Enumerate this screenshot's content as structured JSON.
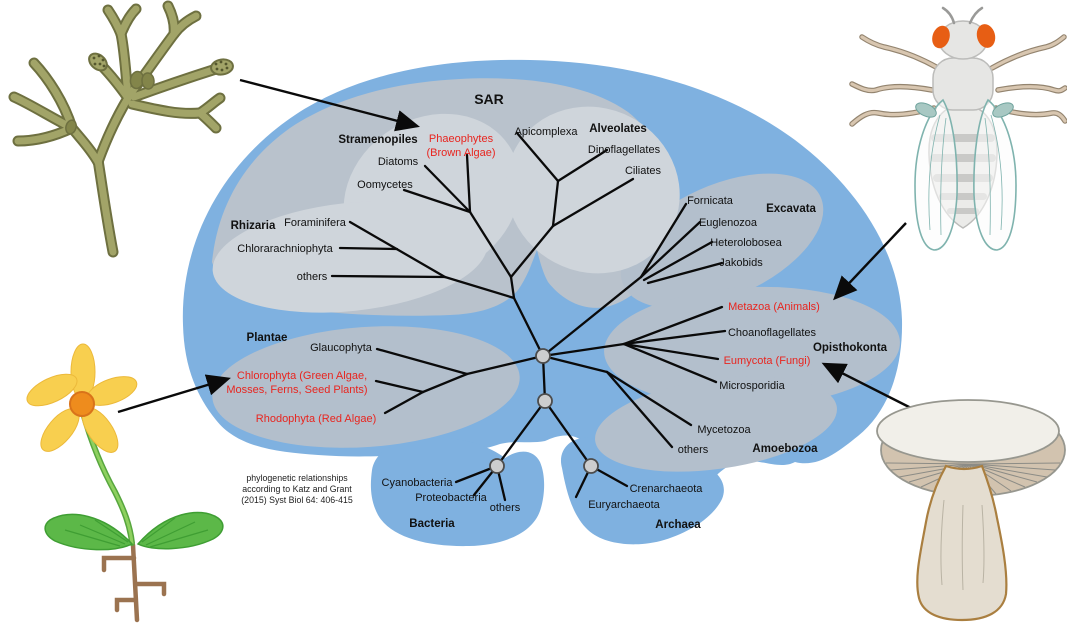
{
  "clades": {
    "sar": {
      "label": "SAR"
    },
    "stramenopiles": {
      "label": "Stramenopiles",
      "phaeophytes_line1": "Phaeophytes",
      "phaeophytes_line2": "(Brown Algae)",
      "diatoms": "Diatoms",
      "oomycetes": "Oomycetes"
    },
    "alveolates": {
      "label": "Alveolates",
      "apicomplexa": "Apicomplexa",
      "dinoflagellates": "Dinoflagellates",
      "ciliates": "Ciliates"
    },
    "rhizaria": {
      "label": "Rhizaria",
      "foraminifera": "Foraminifera",
      "chlorarachniophyta": "Chlorarachniophyta",
      "others": "others"
    },
    "excavata": {
      "label": "Excavata",
      "fornicata": "Fornicata",
      "euglenozoa": "Euglenozoa",
      "heterolobosea": "Heterolobosea",
      "jakobids": "Jakobids"
    },
    "opisthokonta": {
      "label": "Opisthokonta",
      "metazoa": "Metazoa (Animals)",
      "choanoflagellates": "Choanoflagellates",
      "eumycota": "Eumycota (Fungi)",
      "microsporidia": "Microsporidia"
    },
    "amoebozoa": {
      "label": "Amoebozoa",
      "mycetozoa": "Mycetozoa",
      "others": "others"
    },
    "plantae": {
      "label": "Plantae",
      "glaucophyta": "Glaucophyta",
      "chlorophyta_line1": "Chlorophyta (Green Algae,",
      "chlorophyta_line2": "Mosses, Ferns, Seed Plants)",
      "rhodophyta": "Rhodophyta (Red Algae)"
    },
    "bacteria": {
      "label": "Bacteria",
      "cyanobacteria": "Cyanobacteria",
      "proteobacteria": "Proteobacteria",
      "others": "others"
    },
    "archaea": {
      "label": "Archaea",
      "crenarchaeota": "Crenarchaeota",
      "euryarchaeota": "Euryarchaeota"
    }
  },
  "citation": {
    "line1": "phylogenetic relationships",
    "line2": "according to Katz and Grant",
    "line3": "(2015) Syst Biol 64: 406-415"
  },
  "highlighted_in_red": [
    "Phaeophytes (Brown Algae)",
    "Metazoa (Animals)",
    "Eumycota (Fungi)",
    "Chlorophyta (Green Algae, Mosses, Ferns, Seed Plants)",
    "Rhodophyta (Red Algae)"
  ],
  "illustrations": {
    "top_left": "brown-alga",
    "top_right": "fruit-fly",
    "bottom_left": "flowering-plant",
    "bottom_right": "mushroom"
  },
  "colors": {
    "background": "#ffffff",
    "eukaryote_blob_blue": "#7fb1e0",
    "clade_blob_gray": "#b3bfcc",
    "subclade_blob_gray": "#cfd5db",
    "highlight_red": "#e8251f",
    "branch": "#000000",
    "node_fill": "#cccdce"
  }
}
